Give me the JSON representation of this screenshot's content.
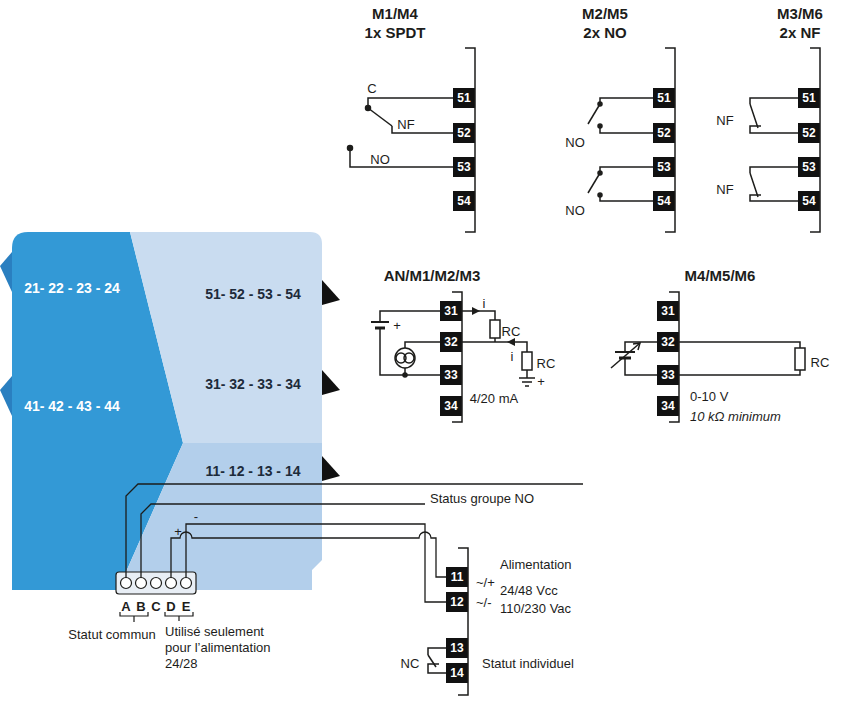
{
  "diagram": {
    "nodes": [
      {
        "text": [
          "51"
        ]
      },
      {
        "text": [
          "52"
        ]
      },
      {
        "text": [
          "53"
        ]
      },
      {
        "text": [
          "54"
        ]
      },
      {
        "text": [
          "51"
        ]
      },
      {
        "text": [
          "52"
        ]
      },
      {
        "text": [
          "53"
        ]
      },
      {
        "text": [
          "54"
        ]
      },
      {
        "text": [
          "51"
        ]
      },
      {
        "text": [
          "52"
        ]
      },
      {
        "text": [
          "53"
        ]
      },
      {
        "text": [
          "54"
        ]
      },
      {
        "text": [
          "21- 22 - 23 - 24",
          "41- 42 - 43 - 44"
        ]
      },
      {
        "text": [
          "51- 52 - 53 - 54",
          "31- 32 - 33 - 34"
        ]
      },
      {
        "text": [
          "31"
        ]
      },
      {
        "text": [
          "32"
        ]
      },
      {
        "text": [
          "33"
        ]
      },
      {
        "text": [
          "34"
        ]
      },
      {
        "text": [
          "31"
        ]
      },
      {
        "text": [
          "32"
        ]
      },
      {
        "text": [
          "33"
        ]
      },
      {
        "text": [
          "34"
        ]
      },
      {
        "text": [
          "11- 12 - 13 - 14"
        ]
      },
      {
        "text": [
          "11"
        ]
      },
      {
        "text": [
          "12"
        ]
      },
      {
        "text": [
          "13"
        ]
      },
      {
        "text": [
          "14"
        ]
      }
    ],
    "labels": [
      "M1/M4",
      "1x SPDT",
      "M2/M5",
      "2x NO",
      "M3/M6",
      "2x NF",
      "C",
      "NF",
      "NO",
      "NO",
      "NO",
      "NF",
      "NF",
      "AN/M1/M2/M3",
      "M4/M5/M6",
      "i",
      "RC",
      "i",
      "RC",
      "+",
      "+",
      "4/20 mA",
      "RC",
      "0-10 V",
      "10 kΩ minimum",
      "Status groupe NO",
      "+",
      "-",
      "A",
      "B",
      "C",
      "D",
      "E",
      "Statut commun",
      "Utilisé seulement pour l’alimentation 24/28",
      "Alimentation",
      "~/+",
      "24/48 Vcc",
      "~/-",
      "110/230 Vac",
      "NC",
      "Statut individuel"
    ]
  }
}
